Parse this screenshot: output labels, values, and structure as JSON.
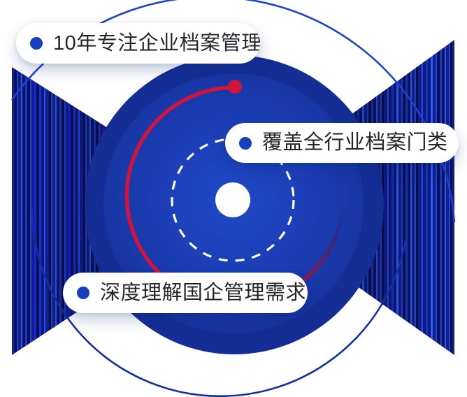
{
  "graphic": {
    "type": "feature-orbit-diagram",
    "badges": [
      {
        "label": "10年专注企业档案管理"
      },
      {
        "label": "覆盖全行业档案门类"
      },
      {
        "label": "深度理解国企管理需求"
      }
    ],
    "colors": {
      "accent_red": "#d2143a",
      "disc_blue": "#1b3eb5",
      "disc_blue_dark": "#142e96",
      "outline_blue": "#1c42cc",
      "outline_blue_dark": "#12309e",
      "bullet_blue": "#1740bc",
      "stripe_bright_blue": "#2b5cff",
      "stripe_dark_navy": "#081040",
      "text": "#24262b",
      "background": "#ffffff"
    }
  }
}
